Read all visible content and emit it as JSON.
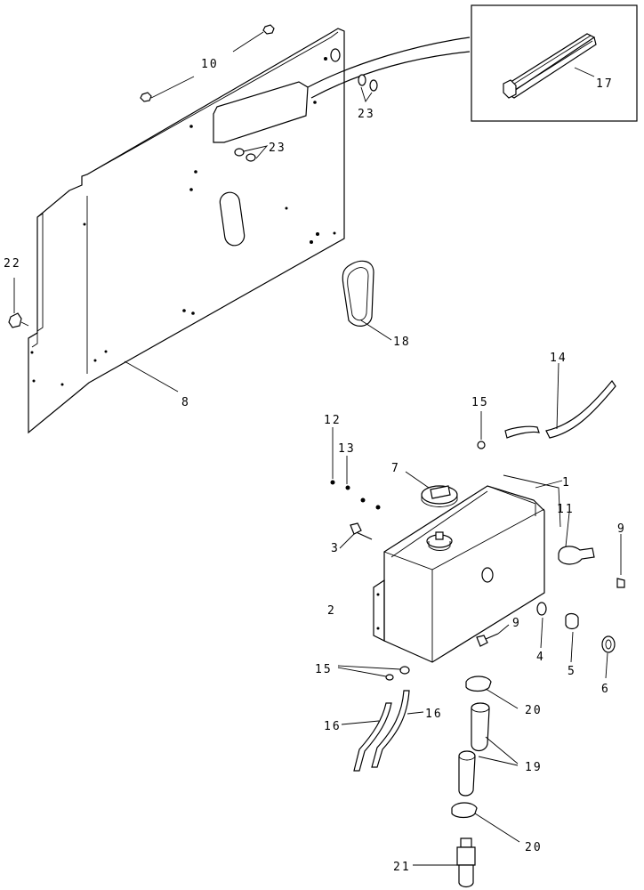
{
  "callouts": {
    "c1": "1",
    "c2": "2",
    "c3": "3",
    "c4": "4",
    "c5": "5",
    "c6": "6",
    "c7": "7",
    "c8": "8",
    "c9a": "9",
    "c9b": "9",
    "c10": "10",
    "c11": "11",
    "c12": "12",
    "c13": "13",
    "c14": "14",
    "c15a": "15",
    "c15b": "15",
    "c16a": "16",
    "c16b": "16",
    "c17": "17",
    "c18": "18",
    "c19": "19",
    "c20a": "20",
    "c20b": "20",
    "c21": "21",
    "c22": "22",
    "c23a": "23",
    "c23b": "23"
  }
}
